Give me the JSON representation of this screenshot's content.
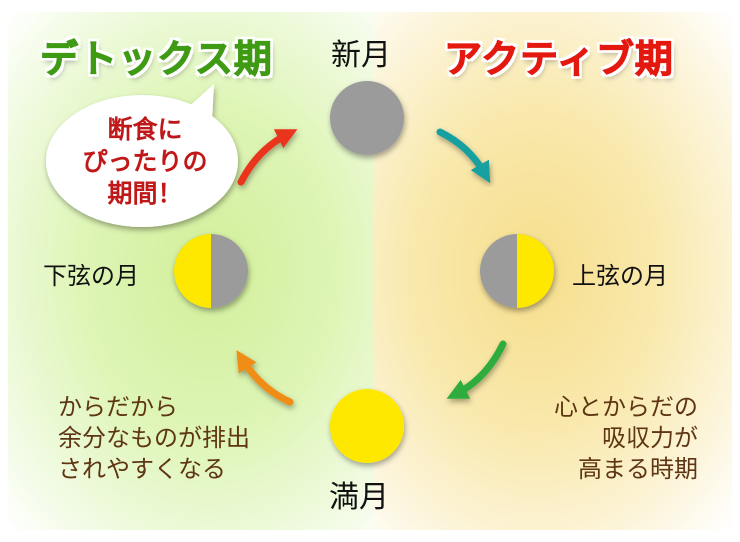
{
  "phases": {
    "detox": {
      "title": "デトックス期",
      "color": "#3f9a14"
    },
    "active": {
      "title": "アクティブ期",
      "color": "#e3180f"
    }
  },
  "moons": {
    "new": {
      "label": "新月"
    },
    "first_quarter": {
      "label": "上弦の月"
    },
    "full": {
      "label": "満月"
    },
    "last_quarter": {
      "label": "下弦の月"
    }
  },
  "bubble": {
    "lines": [
      "断食に",
      "ぴったりの",
      "期間！"
    ]
  },
  "descriptions": {
    "detox": [
      "からだから",
      "余分なものが排出",
      "されやすくなる"
    ],
    "active": [
      "心とからだの",
      "吸収力が",
      "高まる時期"
    ]
  },
  "colors": {
    "moon_dark": "#9b9b9b",
    "moon_light": "#ffe800",
    "arrow_red": "#e8341c",
    "arrow_teal": "#13a0a0",
    "arrow_green": "#2eac3c",
    "arrow_orange": "#ef8d12",
    "bg_detox": "#d2ef9a",
    "bg_active": "#f6de8c"
  }
}
